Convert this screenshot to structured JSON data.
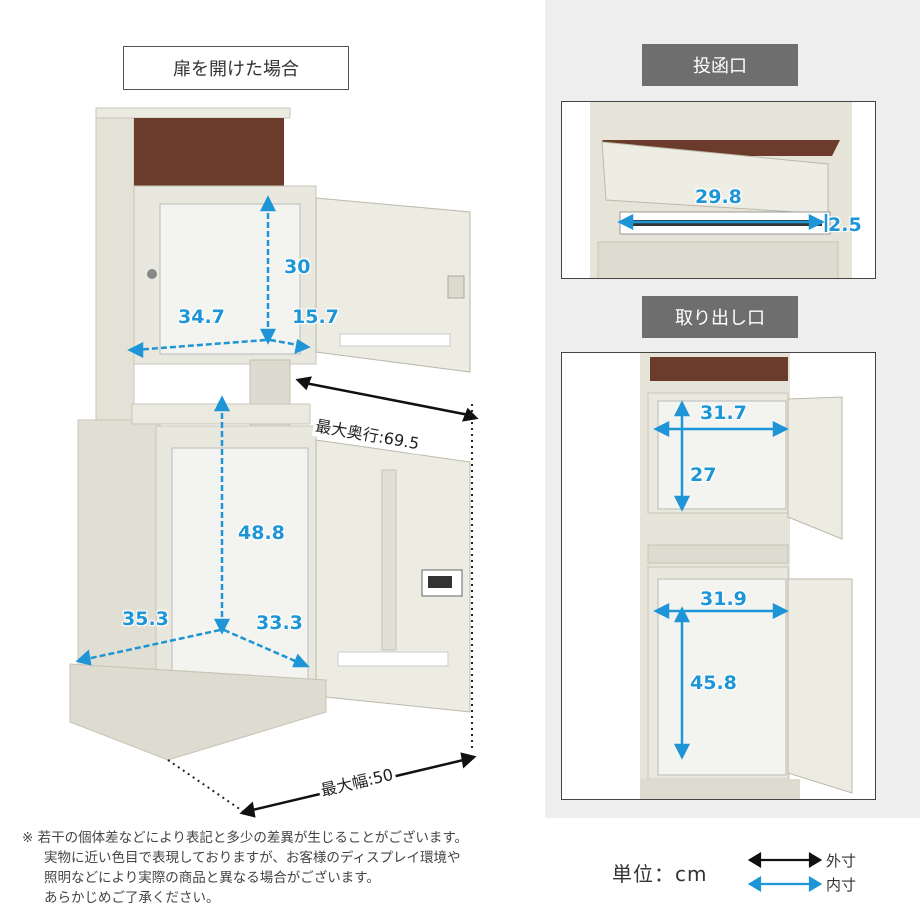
{
  "labels": {
    "open_door": "扉を開けた場合",
    "slot": "投函口",
    "takeout": "取り出し口"
  },
  "dimensions": {
    "main": {
      "upper_height": "30",
      "upper_width": "34.7",
      "upper_depth": "15.7",
      "max_depth": "最大奥行:69.5",
      "lower_height": "48.8",
      "lower_width": "35.3",
      "lower_depth": "33.3",
      "max_width": "最大幅:50"
    },
    "slot": {
      "width": "29.8",
      "height": "2.5"
    },
    "takeout": {
      "upper_width": "31.7",
      "upper_height": "27",
      "lower_width": "31.9",
      "lower_height": "45.8"
    }
  },
  "notes": [
    "※ 若干の個体差などにより表記と多少の差異が生じることがございます。",
    "実物に近い色目で表現しておりますが、お客様のディスプレイ環境や",
    "照明などにより実際の商品と異なる場合がございます。",
    "あらかじめご了承ください。"
  ],
  "legend": {
    "unit": "単位：cm",
    "outer": "外寸",
    "inner": "内寸",
    "outer_color": "#111111",
    "inner_color": "#1e95d6"
  }
}
